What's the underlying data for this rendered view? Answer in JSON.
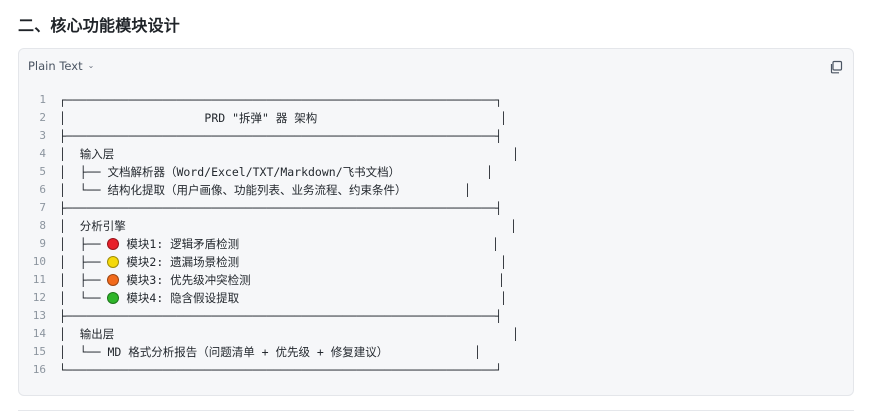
{
  "heading": "二、核心功能模块设计",
  "code_block": {
    "language": "Plain Text",
    "lines": [
      {
        "n": "1",
        "pre": "┌──────────────────────────────────────────────────────────────┐",
        "dot": null,
        "post": "",
        "rb": null
      },
      {
        "n": "2",
        "pre": "│                    PRD \"拆弹\" 器 架构",
        "dot": null,
        "post": "",
        "rb": "│"
      },
      {
        "n": "3",
        "pre": "├──────────────────────────────────────────────────────────────┤",
        "dot": null,
        "post": "",
        "rb": null
      },
      {
        "n": "4",
        "pre": "│  输入层",
        "dot": null,
        "post": "",
        "rb": "│"
      },
      {
        "n": "5",
        "pre": "│  ├── 文档解析器（Word/Excel/TXT/Markdown/飞书文档）",
        "dot": null,
        "post": "",
        "rb": "│"
      },
      {
        "n": "6",
        "pre": "│  └── 结构化提取（用户画像、功能列表、业务流程、约束条件）",
        "dot": null,
        "post": "",
        "rb": "│"
      },
      {
        "n": "7",
        "pre": "├──────────────────────────────────────────────────────────────┤",
        "dot": null,
        "post": "",
        "rb": null
      },
      {
        "n": "8",
        "pre": "│  分析引擎",
        "dot": null,
        "post": "",
        "rb": "│"
      },
      {
        "n": "9",
        "pre": "│  ├── ",
        "dot": "red",
        "post": " 模块1: 逻辑矛盾检测",
        "rb": "│"
      },
      {
        "n": "10",
        "pre": "│  ├── ",
        "dot": "yellow",
        "post": " 模块2: 遗漏场景检测",
        "rb": "│"
      },
      {
        "n": "11",
        "pre": "│  ├── ",
        "dot": "orange",
        "post": " 模块3: 优先级冲突检测",
        "rb": "│"
      },
      {
        "n": "12",
        "pre": "│  └── ",
        "dot": "green",
        "post": " 模块4: 隐含假设提取",
        "rb": "│"
      },
      {
        "n": "13",
        "pre": "├──────────────────────────────────────────────────────────────┤",
        "dot": null,
        "post": "",
        "rb": null
      },
      {
        "n": "14",
        "pre": "│  输出层",
        "dot": null,
        "post": "",
        "rb": "│"
      },
      {
        "n": "15",
        "pre": "│  └── MD 格式分析报告（问题清单 + 优先级 + 修复建议）",
        "dot": null,
        "post": "",
        "rb": "│"
      },
      {
        "n": "16",
        "pre": "└──────────────────────────────────────────────────────────────┘",
        "dot": null,
        "post": "",
        "rb": null
      }
    ]
  },
  "colors": {
    "red": "#e8202a",
    "yellow": "#f5d90a",
    "orange": "#f26a1b",
    "green": "#2fb52a"
  },
  "icons": {
    "dropdown": "chevron-down-icon",
    "copy": "copy-icon"
  }
}
